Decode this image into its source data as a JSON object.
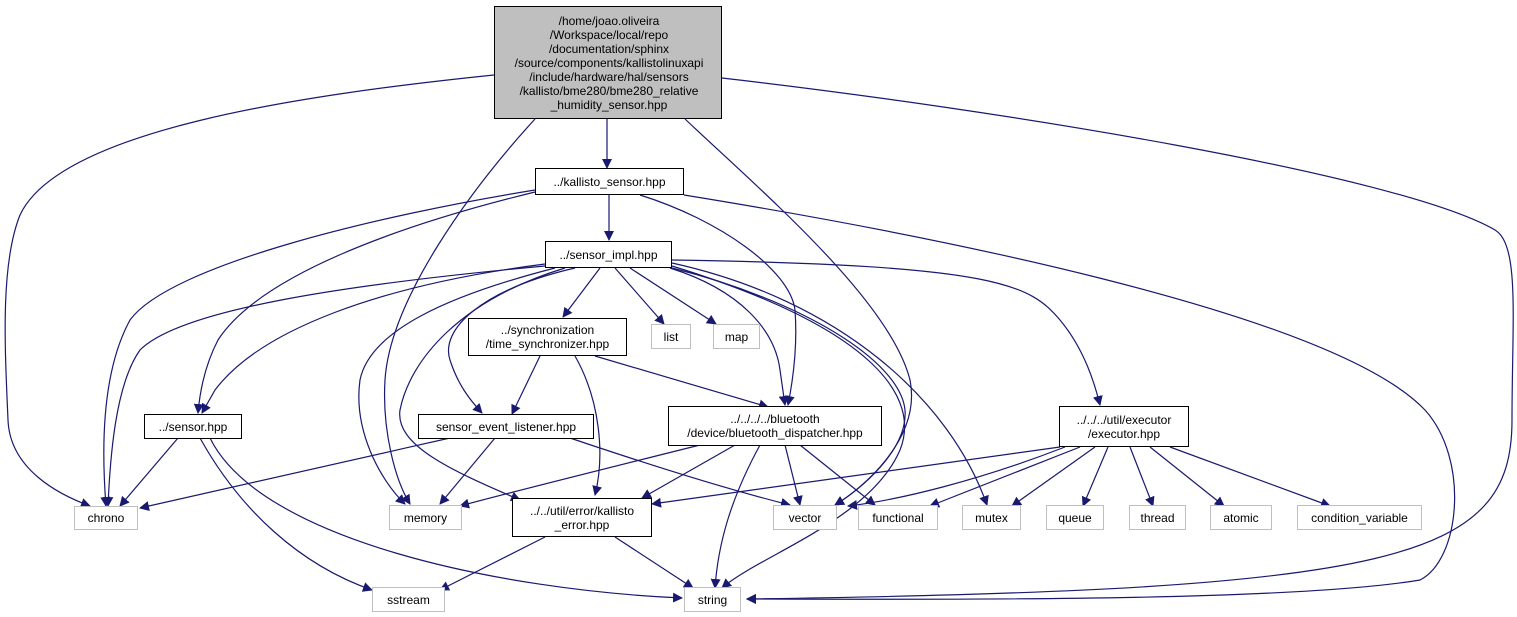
{
  "colors": {
    "edge": "#191970",
    "node_border": "#000000",
    "external_border": "#bfbfbf",
    "root_fill": "#bfbfbf"
  },
  "nodes": {
    "root": "/home/joao.oliveira\n/Workspace/local/repo\n/documentation/sphinx\n/source/components/kallistolinuxapi\n/include/hardware/hal/sensors\n/kallisto/bme280/bme280_relative\n_humidity_sensor.hpp",
    "kallisto_sensor": "../kallisto_sensor.hpp",
    "sensor_impl": "../sensor_impl.hpp",
    "time_synchronizer": "../synchronization\n/time_synchronizer.hpp",
    "list": "list",
    "map": "map",
    "sensor": "../sensor.hpp",
    "sensor_event_listener": "sensor_event_listener.hpp",
    "bluetooth_dispatcher": "../../../../bluetooth\n/device/bluetooth_dispatcher.hpp",
    "executor": "../../../util/executor\n/executor.hpp",
    "chrono": "chrono",
    "memory": "memory",
    "kallisto_error": "../../util/error/kallisto\n_error.hpp",
    "vector": "vector",
    "functional": "functional",
    "mutex": "mutex",
    "queue": "queue",
    "thread": "thread",
    "atomic": "atomic",
    "condition_variable": "condition_variable",
    "sstream": "sstream",
    "string": "string"
  }
}
